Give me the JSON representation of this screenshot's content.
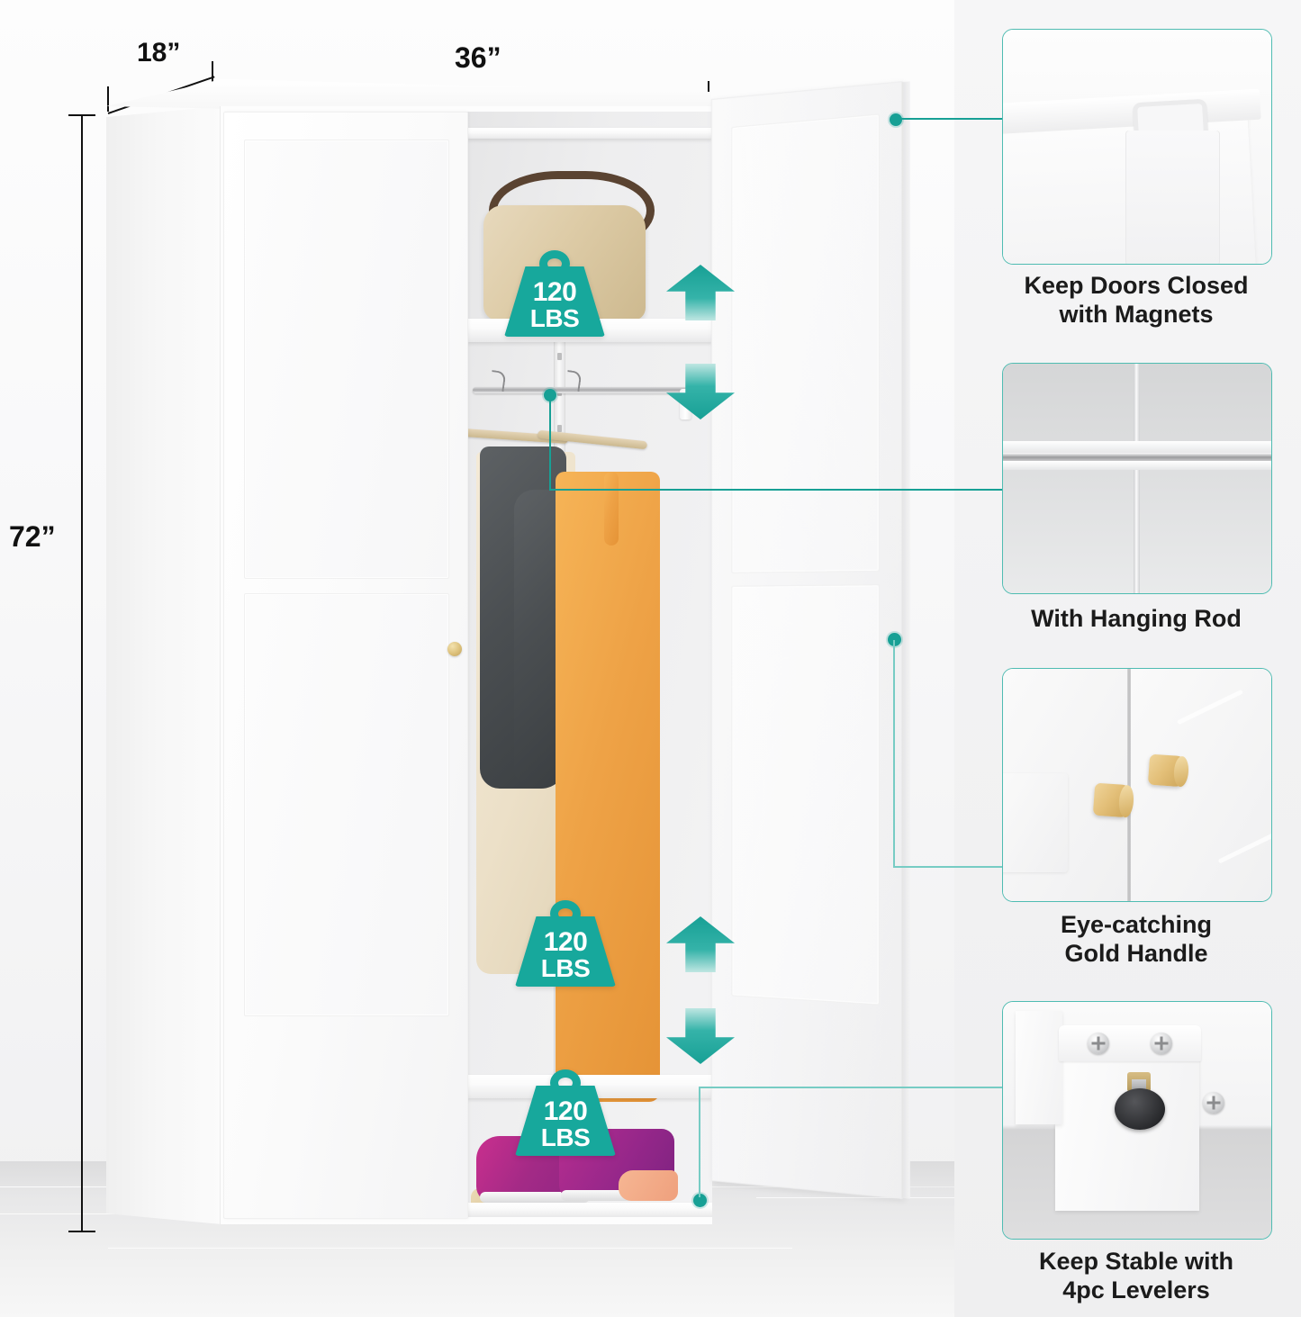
{
  "product": {
    "type": "2-door metal wardrobe armoire",
    "dimensions": {
      "depth_label": "18”",
      "width_label": "36”",
      "height_label": "72”"
    }
  },
  "weight_badges": [
    {
      "id": "top-shelf",
      "value": "120",
      "unit": "LBS"
    },
    {
      "id": "middle-shelf",
      "value": "120",
      "unit": "LBS"
    },
    {
      "id": "bottom-shelf",
      "value": "120",
      "unit": "LBS"
    }
  ],
  "adjustable_indicators": [
    {
      "id": "upper-shelf-adjust",
      "icon": "double-arrow-vertical-icon"
    },
    {
      "id": "lower-shelf-adjust",
      "icon": "double-arrow-vertical-icon"
    }
  ],
  "callouts": [
    {
      "id": "magnets",
      "caption": "Keep Doors Closed\nwith Magnets",
      "image_alt": "door top edge with magnetic catch"
    },
    {
      "id": "hanging-rod",
      "caption": "With Hanging Rod",
      "image_alt": "close-up of metal hanging rod inside cabinet"
    },
    {
      "id": "gold-handle",
      "caption": "Eye-catching\nGold Handle",
      "image_alt": "two gold cone knobs on white doors"
    },
    {
      "id": "levelers",
      "caption": "Keep Stable with\n4pc Levelers",
      "image_alt": "adjustable black leveler foot with screws"
    }
  ],
  "scene_items": [
    {
      "id": "handbag",
      "label": "beige leather handbag",
      "shelf": "top"
    },
    {
      "id": "grey-shirt",
      "label": "grey short-sleeve shirt",
      "shelf": "hanging"
    },
    {
      "id": "cream-skirt",
      "label": "cream pleated skirt",
      "shelf": "hanging"
    },
    {
      "id": "orange-dress",
      "label": "orange button dress",
      "shelf": "hanging"
    },
    {
      "id": "sneakers",
      "label": "purple running shoes",
      "shelf": "bottom"
    },
    {
      "id": "sandal",
      "label": "woven sandal",
      "shelf": "bottom"
    }
  ],
  "colors": {
    "accent_teal": "#17a095",
    "badge_teal": "#17a89c",
    "card_border": "#4fbcb2",
    "gold": "#dcc07a",
    "text": "#1b1b1b"
  }
}
